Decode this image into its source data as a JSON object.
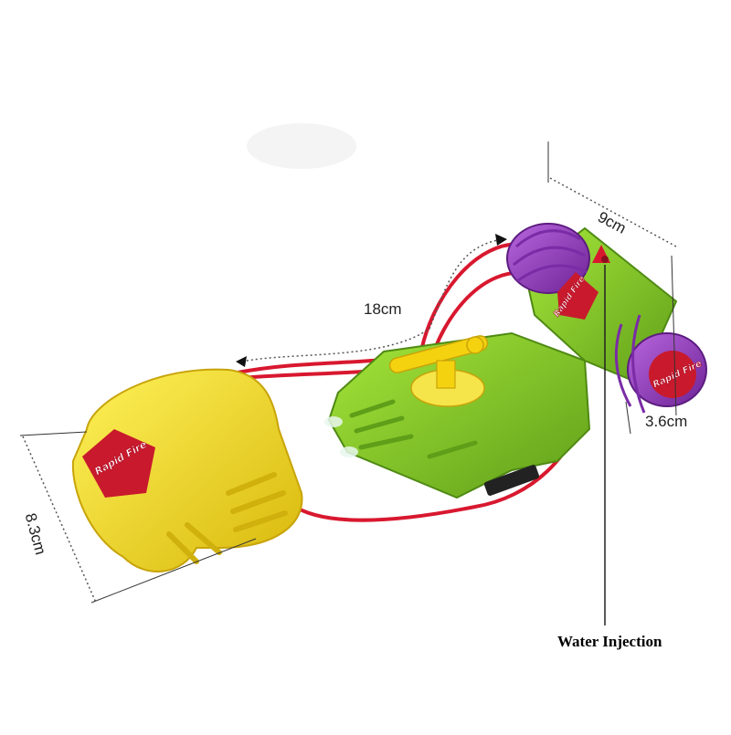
{
  "product": {
    "brand_text": "Rapid Fire",
    "colors": {
      "tank_yellow": "#f2e21a",
      "tank_shade": "#d9bf0c",
      "body_green": "#8ed424",
      "body_shade": "#62a81c",
      "cap_purple": "#9b3fc4",
      "hose_red": "#d8182f",
      "trigger_yellow": "#f5d20f",
      "badge_red": "#c81a2c"
    }
  },
  "annotations": {
    "cylinder_length": "9cm",
    "hose_length": "18cm",
    "cylinder_diameter": "3.6cm",
    "tank_height": "8.3cm",
    "nozzle_label": "Water Injection"
  }
}
